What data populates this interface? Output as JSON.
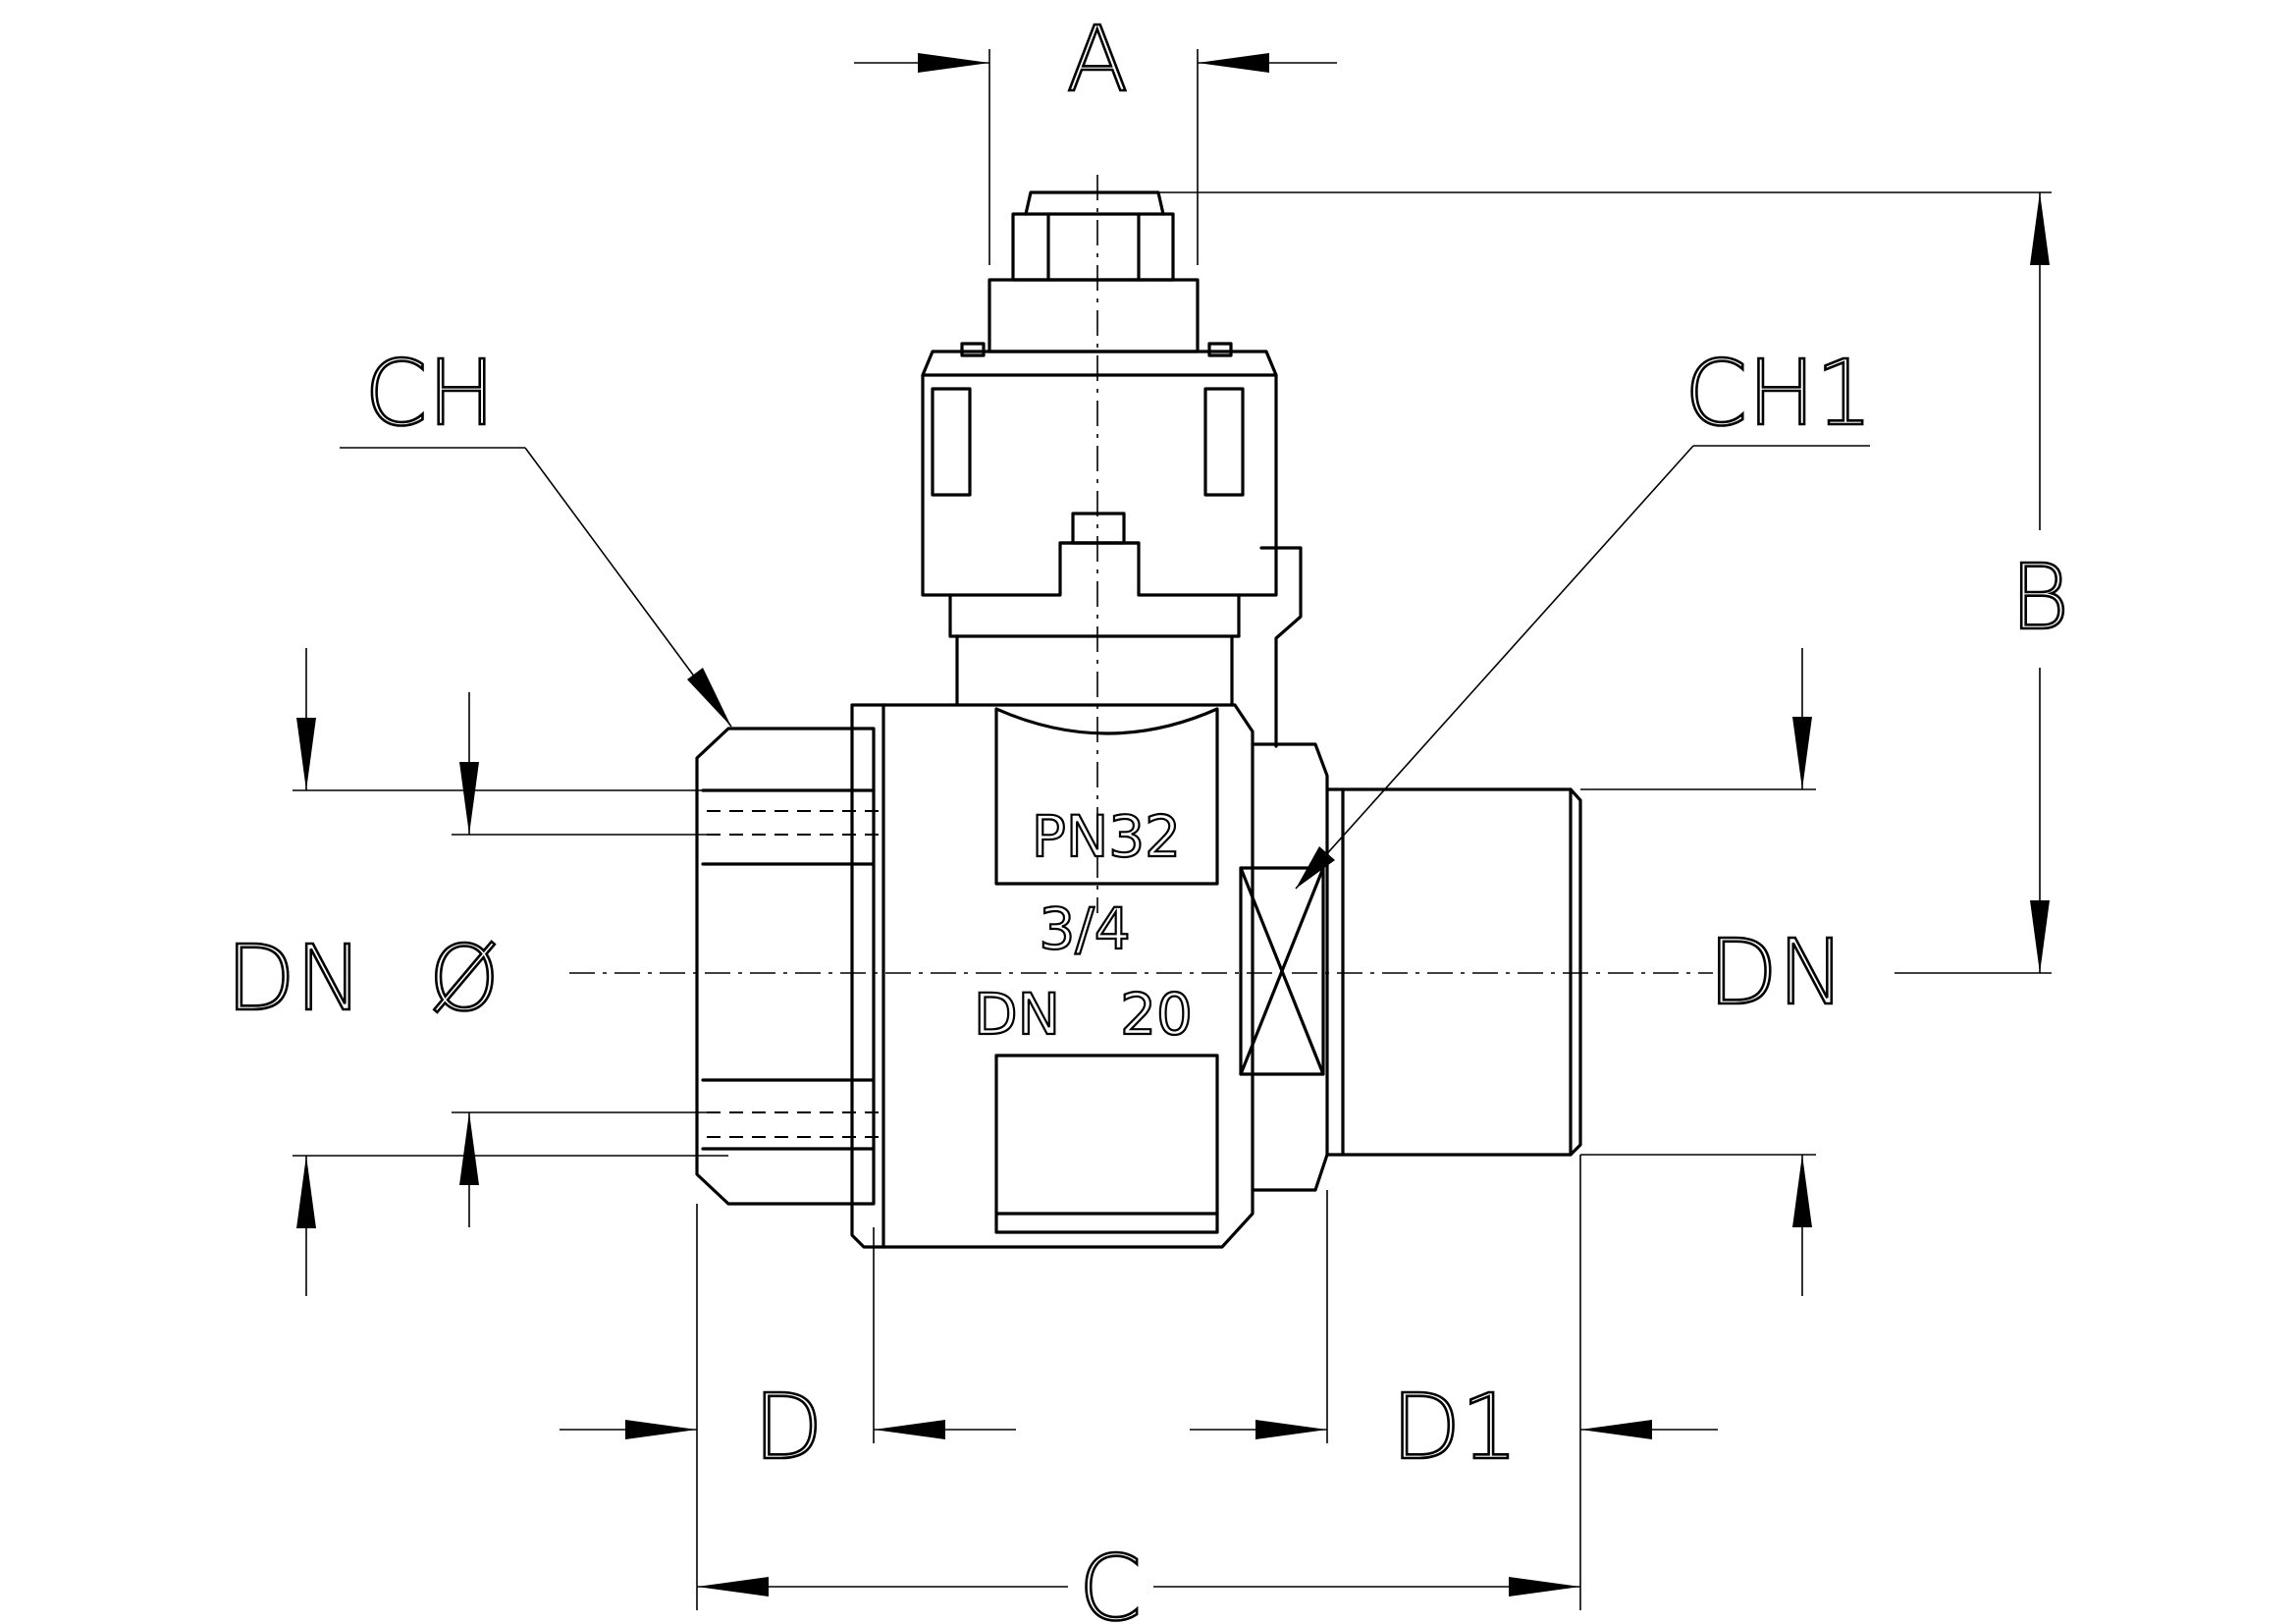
{
  "dimension_labels": {
    "A": "A",
    "B": "B",
    "C": "C",
    "D": "D",
    "D1": "D1",
    "CH": "CH",
    "CH1": "CH1",
    "DN_left": "DN",
    "diameter": "Ø",
    "DN_right": "DN"
  },
  "body_marking": {
    "pressure": "PN32",
    "size": "3/4",
    "dn_prefix": "DN",
    "dn_value": "20"
  },
  "colors": {
    "line": "#000000",
    "background": "#ffffff"
  }
}
